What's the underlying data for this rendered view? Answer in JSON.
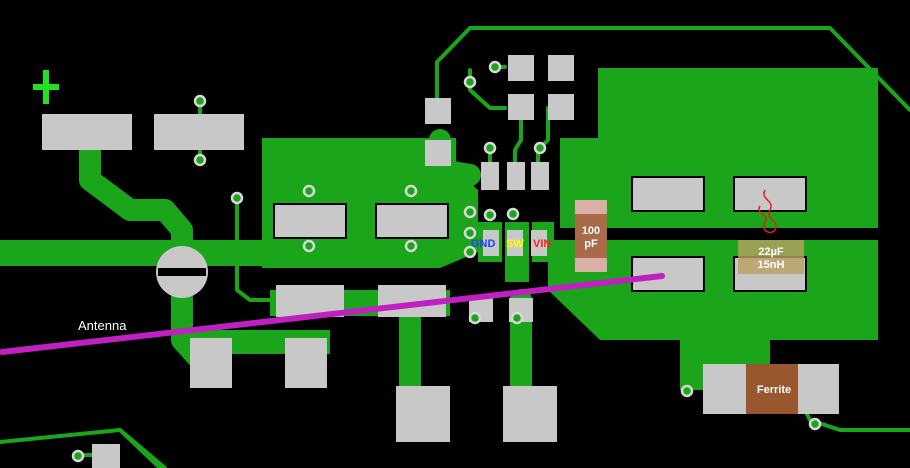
{
  "labels": {
    "plus": "+",
    "antenna": "Antenna",
    "gnd": "GND",
    "sw": "SW",
    "vin": "VIN",
    "cap_value_line1": "100",
    "cap_value_line2": "pF",
    "cap2_value": "22µF",
    "inductor_value": "15nH",
    "ferrite": "Ferrite"
  },
  "colors": {
    "background": "#000000",
    "copper": "#1ba51b",
    "pad": "#c8c8c8",
    "via_ring": "#d8d8d8",
    "plus_marker": "#22e022",
    "antenna_wire": "#c020c0",
    "gnd_text": "#2040ff",
    "sw_text": "#ffff00",
    "vin_text": "#ff2020",
    "capacitor_body": "#8a4a1a",
    "ferrite_body": "#8a4a1a",
    "inductor_coil": "#e02020"
  }
}
